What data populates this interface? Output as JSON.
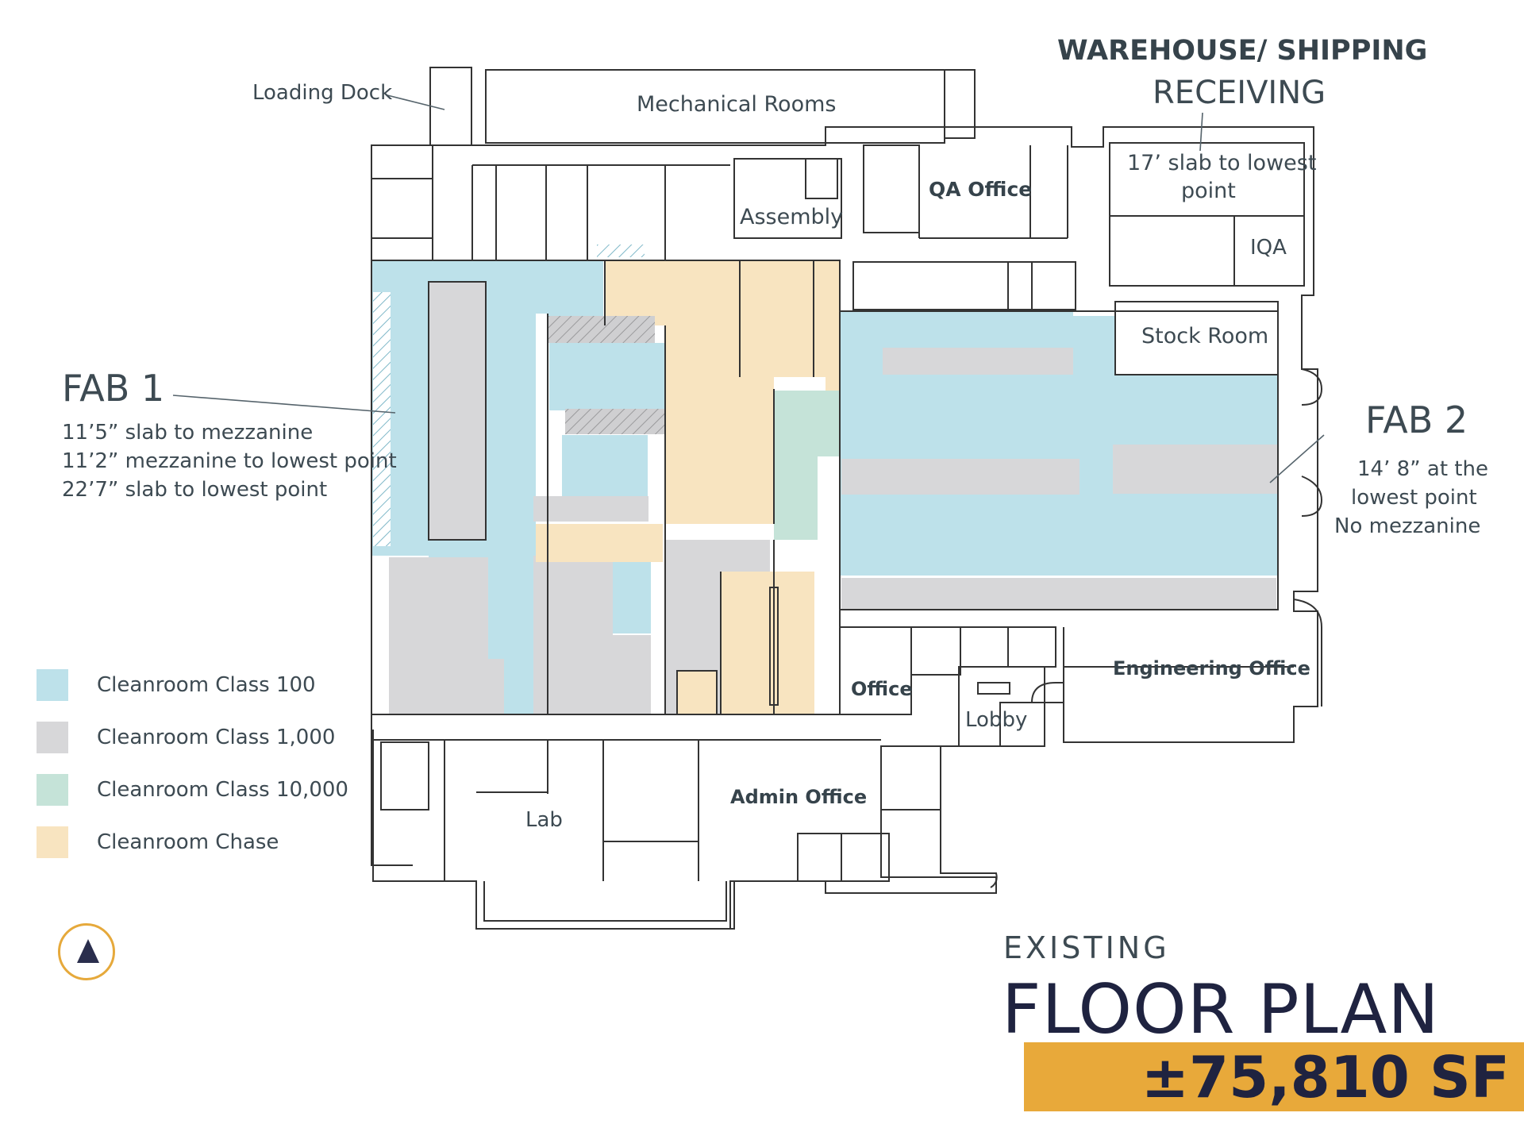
{
  "labels": {
    "loading_dock": "Loading Dock",
    "mechanical_rooms": "Mechanical Rooms",
    "warehouse": "WAREHOUSE/ SHIPPING",
    "receiving": "RECEIVING",
    "slab17_line1": "17’ slab to lowest",
    "slab17_line2": "point",
    "qa_office": "QA Office",
    "assembly": "Assembly",
    "iqa": "IQA",
    "stock_room": "Stock Room",
    "fab1": "FAB 1",
    "fab1_note1": "11’5” slab to mezzanine",
    "fab1_note2": "11’2” mezzanine to lowest point",
    "fab1_note3": "22’7” slab to lowest point",
    "fab2": "FAB 2",
    "fab2_note1": "14’ 8” at the",
    "fab2_note2": "lowest point",
    "fab2_note3": "No mezzanine",
    "office": "Office",
    "engineering_office": "Engineering Office",
    "lobby": "Lobby",
    "admin_office": "Admin Office",
    "lab": "Lab"
  },
  "legend": [
    {
      "label": "Cleanroom Class 100",
      "color": "#bde1ea"
    },
    {
      "label": "Cleanroom Class 1,000",
      "color": "#d7d7d9"
    },
    {
      "label": "Cleanroom Class 10,000",
      "color": "#c5e3d8"
    },
    {
      "label": "Cleanroom Chase",
      "color": "#f8e4c0"
    }
  ],
  "colors": {
    "class100": "#bde1ea",
    "class1000": "#d7d7d9",
    "class10000": "#c5e3d8",
    "chase": "#f8e4c0",
    "wall": "#333333",
    "accent": "#e8a93a",
    "navy": "#1f2340"
  },
  "title": {
    "existing": "EXISTING",
    "main": "FLOOR PLAN",
    "area": "±75,810 SF"
  },
  "north_icon": "north-arrow-icon"
}
